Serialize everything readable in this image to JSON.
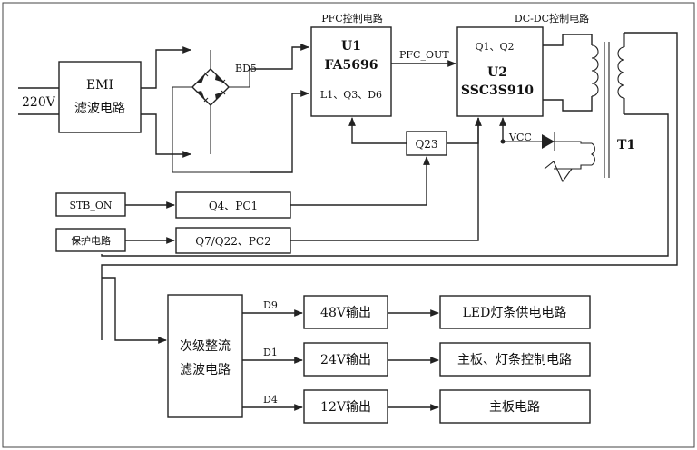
{
  "input_voltage": "220V",
  "emi": {
    "line1": "EMI",
    "line2": "滤波电路"
  },
  "bridge_label": "BD5",
  "pfc": {
    "section_title": "PFC控制电路",
    "id": "U1",
    "chip": "FA5696",
    "parts": "L1、Q3、D6"
  },
  "pfc_out_label": "PFC_OUT",
  "dcdc": {
    "section_title": "DC-DC控制电路",
    "parts": "Q1、Q2",
    "id": "U2",
    "chip": "SSC3S910"
  },
  "vcc_label": "VCC",
  "transformer_label": "T1",
  "q23_label": "Q23",
  "stb_on_label": "STB_ON",
  "stb_switch_label": "Q4、PC1",
  "protect_label": "保护电路",
  "protect_switch_label": "Q7/Q22、PC2",
  "secondary": {
    "line1": "次级整流",
    "line2": "滤波电路"
  },
  "outputs": [
    {
      "diode": "D9",
      "voltage": "48V输出",
      "load": "LED灯条供电电路"
    },
    {
      "diode": "D1",
      "voltage": "24V输出",
      "load": "主板、灯条控制电路"
    },
    {
      "diode": "D4",
      "voltage": "12V输出",
      "load": "主板电路"
    }
  ],
  "colors": {
    "line": "#222222",
    "background": "#ffffff"
  }
}
